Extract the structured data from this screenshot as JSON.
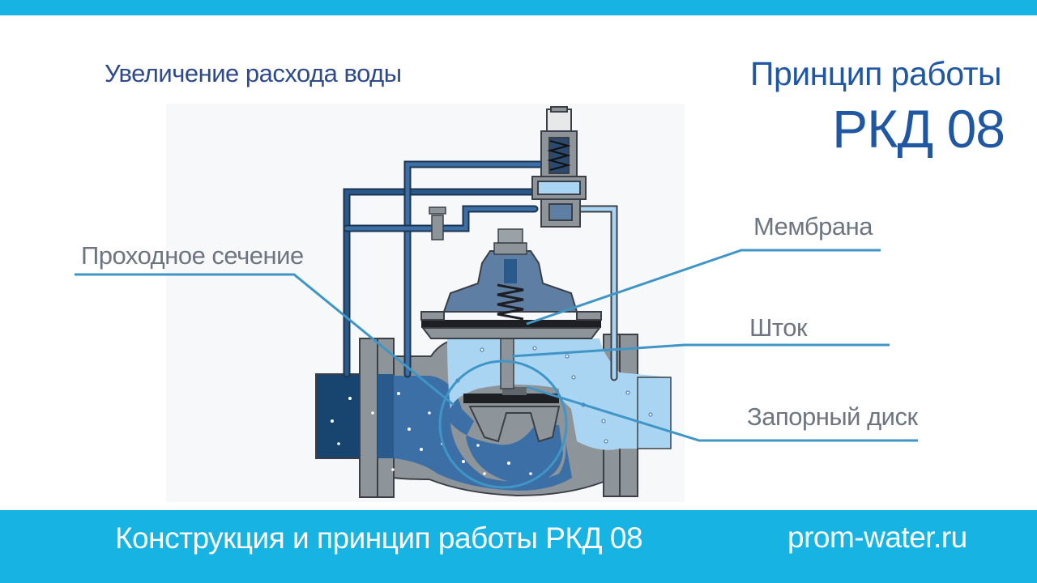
{
  "header": {
    "subtitle": "Увеличение расхода воды",
    "title_line1": "Принцип работы",
    "title_line2": "РКД 08"
  },
  "labels": {
    "passage": "Проходное сечение",
    "membrane": "Мембрана",
    "stem": "Шток",
    "shutoff_disc": "Запорный диск"
  },
  "footer": {
    "title": "Конструкция и принцип работы РКД 08",
    "site": "prom-water.ru"
  },
  "colors": {
    "accent_bar": "#17b3e2",
    "title_text": "#1f57a3",
    "label_text": "#6d7580",
    "pointer_line": "#3f96c6",
    "water_dark": "#17456f",
    "water_medium": "#3b6fa6",
    "water_light": "#a9d5f2",
    "body_gray": "#8d949a"
  }
}
